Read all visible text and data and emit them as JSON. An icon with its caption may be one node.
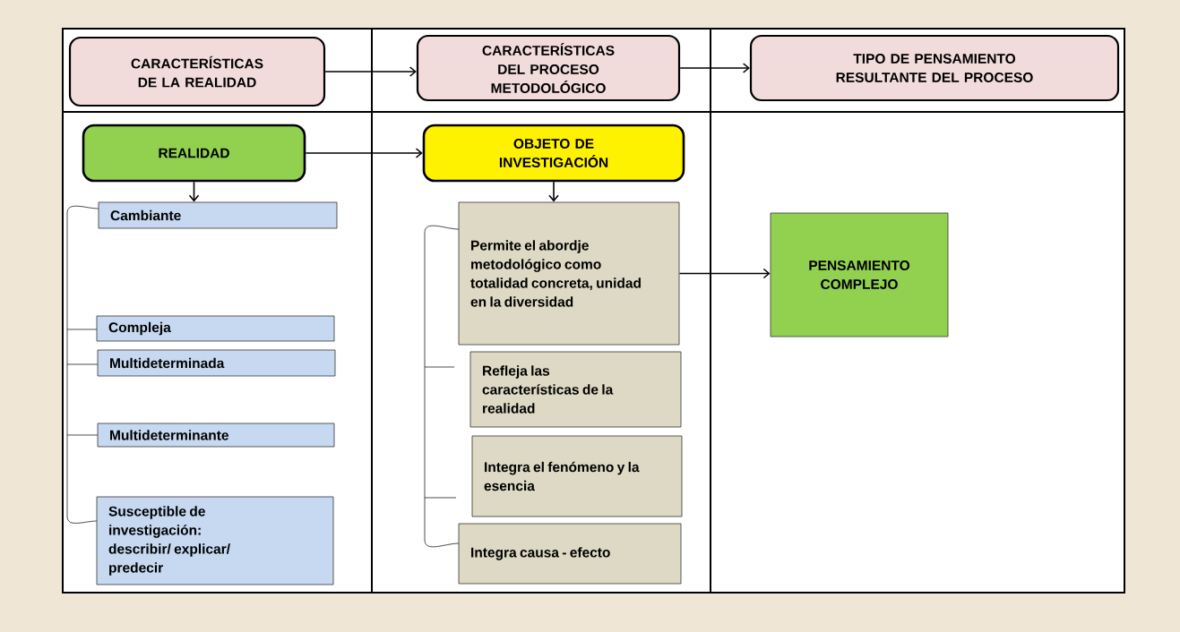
{
  "diagram": {
    "nodes": [
      {
        "text": [
          "CARACTERÍSTICAS DE LA REALIDAD"
        ]
      },
      {
        "text": [
          "CARACTERÍSTICAS DEL PROCESO METODOLÓGICO"
        ]
      },
      {
        "text": [
          "TIPO DE PENSAMIENTO RESULTANTE DEL PROCESO"
        ]
      },
      {
        "text": [
          "REALIDAD"
        ]
      },
      {
        "text": [
          "Cambiante"
        ]
      },
      {
        "text": [
          "Compleja"
        ]
      },
      {
        "text": [
          "Multideterminada"
        ]
      },
      {
        "text": [
          "Multideterminante"
        ]
      },
      {
        "text": [
          "Susceptible de investigación: describir/ explicar/ predecir"
        ]
      },
      {
        "text": [
          "OBJETO DE INVESTIGACIÓN"
        ]
      },
      {
        "text": [
          "Permite el abordje metodológico como totalidad concreta, unidad en la diversidad"
        ]
      },
      {
        "text": [
          "Refleja las características de la realidad"
        ]
      },
      {
        "text": [
          "Integra el fenómeno y la esencia"
        ]
      },
      {
        "text": [
          "Integra causa - efecto"
        ]
      },
      {
        "text": [
          "PENSAMIENTO COMPLEJO"
        ]
      }
    ],
    "edges": [
      {
        "from": 0,
        "to": 1,
        "arrow": "to"
      },
      {
        "from": 1,
        "to": 2,
        "arrow": "to"
      },
      {
        "from": 3,
        "to": 4,
        "arrow": "to"
      },
      {
        "from": 3,
        "to": 9,
        "arrow": "to"
      },
      {
        "from": 9,
        "to": 10,
        "arrow": "to"
      },
      {
        "from": 10,
        "to": 14,
        "arrow": "to"
      }
    ]
  }
}
